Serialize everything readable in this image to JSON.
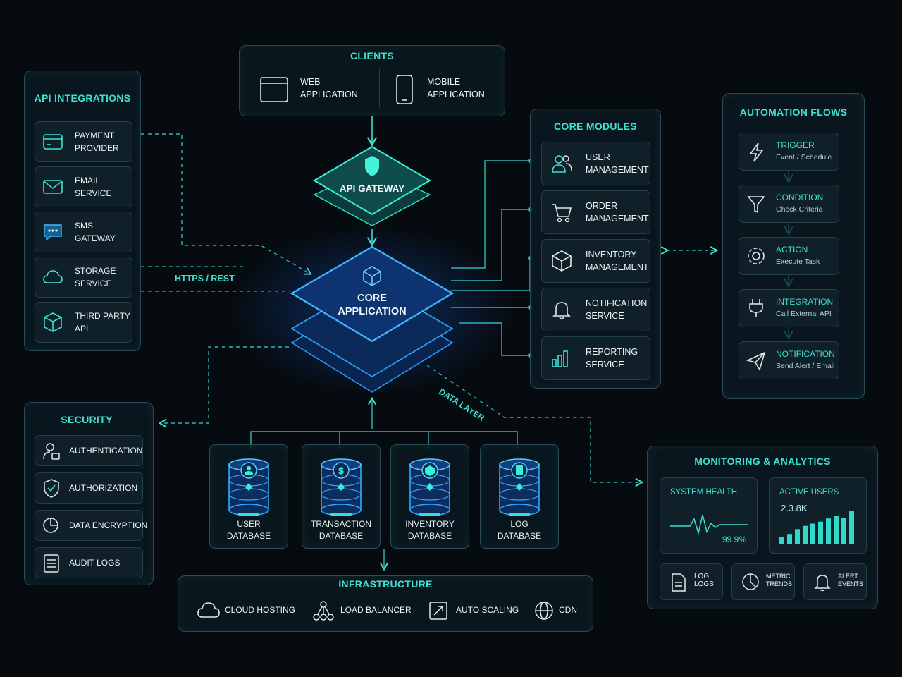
{
  "clients": {
    "title": "CLIENTS",
    "web": {
      "l1": "WEB",
      "l2": "APPLICATION"
    },
    "mobile": {
      "l1": "MOBILE",
      "l2": "APPLICATION"
    }
  },
  "api_gateway": "API GATEWAY",
  "core": {
    "l1": "CORE",
    "l2": "APPLICATION"
  },
  "labels": {
    "https": "HTTPS / REST",
    "data_layer": "DATA LAYER"
  },
  "api_integrations": {
    "title": "API INTEGRATIONS",
    "items": [
      {
        "l1": "PAYMENT",
        "l2": "PROVIDER",
        "icon": "card-icon"
      },
      {
        "l1": "EMAIL",
        "l2": "SERVICE",
        "icon": "mail-icon"
      },
      {
        "l1": "SMS",
        "l2": "GATEWAY",
        "icon": "chat-icon"
      },
      {
        "l1": "STORAGE",
        "l2": "SERVICE",
        "icon": "cloud-icon"
      },
      {
        "l1": "THIRD PARTY",
        "l2": "API",
        "icon": "cube-icon"
      }
    ]
  },
  "core_modules": {
    "title": "CORE MODULES",
    "items": [
      {
        "l1": "USER",
        "l2": "MANAGEMENT",
        "icon": "users-icon"
      },
      {
        "l1": "ORDER",
        "l2": "MANAGEMENT",
        "icon": "cart-icon"
      },
      {
        "l1": "INVENTORY",
        "l2": "MANAGEMENT",
        "icon": "box-icon"
      },
      {
        "l1": "NOTIFICATION",
        "l2": "SERVICE",
        "icon": "bell-icon"
      },
      {
        "l1": "REPORTING",
        "l2": "SERVICE",
        "icon": "bars-icon"
      }
    ]
  },
  "automation": {
    "title": "AUTOMATION FLOWS",
    "items": [
      {
        "l1": "TRIGGER",
        "l2": "Event / Schedule",
        "icon": "bolt-icon"
      },
      {
        "l1": "CONDITION",
        "l2": "Check Criteria",
        "icon": "filter-icon"
      },
      {
        "l1": "ACTION",
        "l2": "Execute Task",
        "icon": "gear-icon"
      },
      {
        "l1": "INTEGRATION",
        "l2": "Call External API",
        "icon": "plug-icon"
      },
      {
        "l1": "NOTIFICATION",
        "l2": "Send Alert / Email",
        "icon": "send-icon"
      }
    ]
  },
  "security": {
    "title": "SECURITY",
    "items": [
      {
        "label": "AUTHENTICATION",
        "icon": "user-lock-icon"
      },
      {
        "label": "AUTHORIZATION",
        "icon": "shield-icon"
      },
      {
        "label": "DATA ENCRYPTION",
        "icon": "pie-lock-icon"
      },
      {
        "label": "AUDIT LOGS",
        "icon": "list-icon"
      }
    ]
  },
  "databases": [
    {
      "l1": "USER",
      "l2": "DATABASE",
      "icon": "person-icon"
    },
    {
      "l1": "TRANSACTION",
      "l2": "DATABASE",
      "icon": "dollar-icon"
    },
    {
      "l1": "INVENTORY",
      "l2": "DATABASE",
      "icon": "box-icon"
    },
    {
      "l1": "LOG",
      "l2": "DATABASE",
      "icon": "doc-icon"
    }
  ],
  "infrastructure": {
    "title": "INFRASTRUCTURE",
    "items": [
      {
        "label": "CLOUD HOSTING",
        "icon": "cloud-icon"
      },
      {
        "label": "LOAD BALANCER",
        "icon": "nodes-icon"
      },
      {
        "label": "AUTO SCALING",
        "icon": "expand-icon"
      },
      {
        "label": "CDN",
        "icon": "globe-icon"
      }
    ]
  },
  "monitoring": {
    "title": "MONITORING & ANALYTICS",
    "system_health": {
      "label": "SYSTEM HEALTH",
      "value": "99.9%"
    },
    "active_users": {
      "label": "ACTIVE USERS",
      "value": "2.3.8K",
      "bars": [
        0.2,
        0.3,
        0.45,
        0.55,
        0.62,
        0.68,
        0.78,
        0.85,
        0.8,
        1.0
      ]
    },
    "tiles": [
      {
        "l1": "LOG",
        "l2": "LOGS",
        "icon": "doc-icon"
      },
      {
        "l1": "METRIC",
        "l2": "TRENDS",
        "icon": "pie-icon"
      },
      {
        "l1": "ALERT",
        "l2": "EVENTS",
        "icon": "bell-icon"
      }
    ]
  },
  "colors": {
    "accent": "#3fe0d0",
    "blue": "#3aa8ff",
    "bg": "#060b10",
    "border": "#2a4a55"
  }
}
